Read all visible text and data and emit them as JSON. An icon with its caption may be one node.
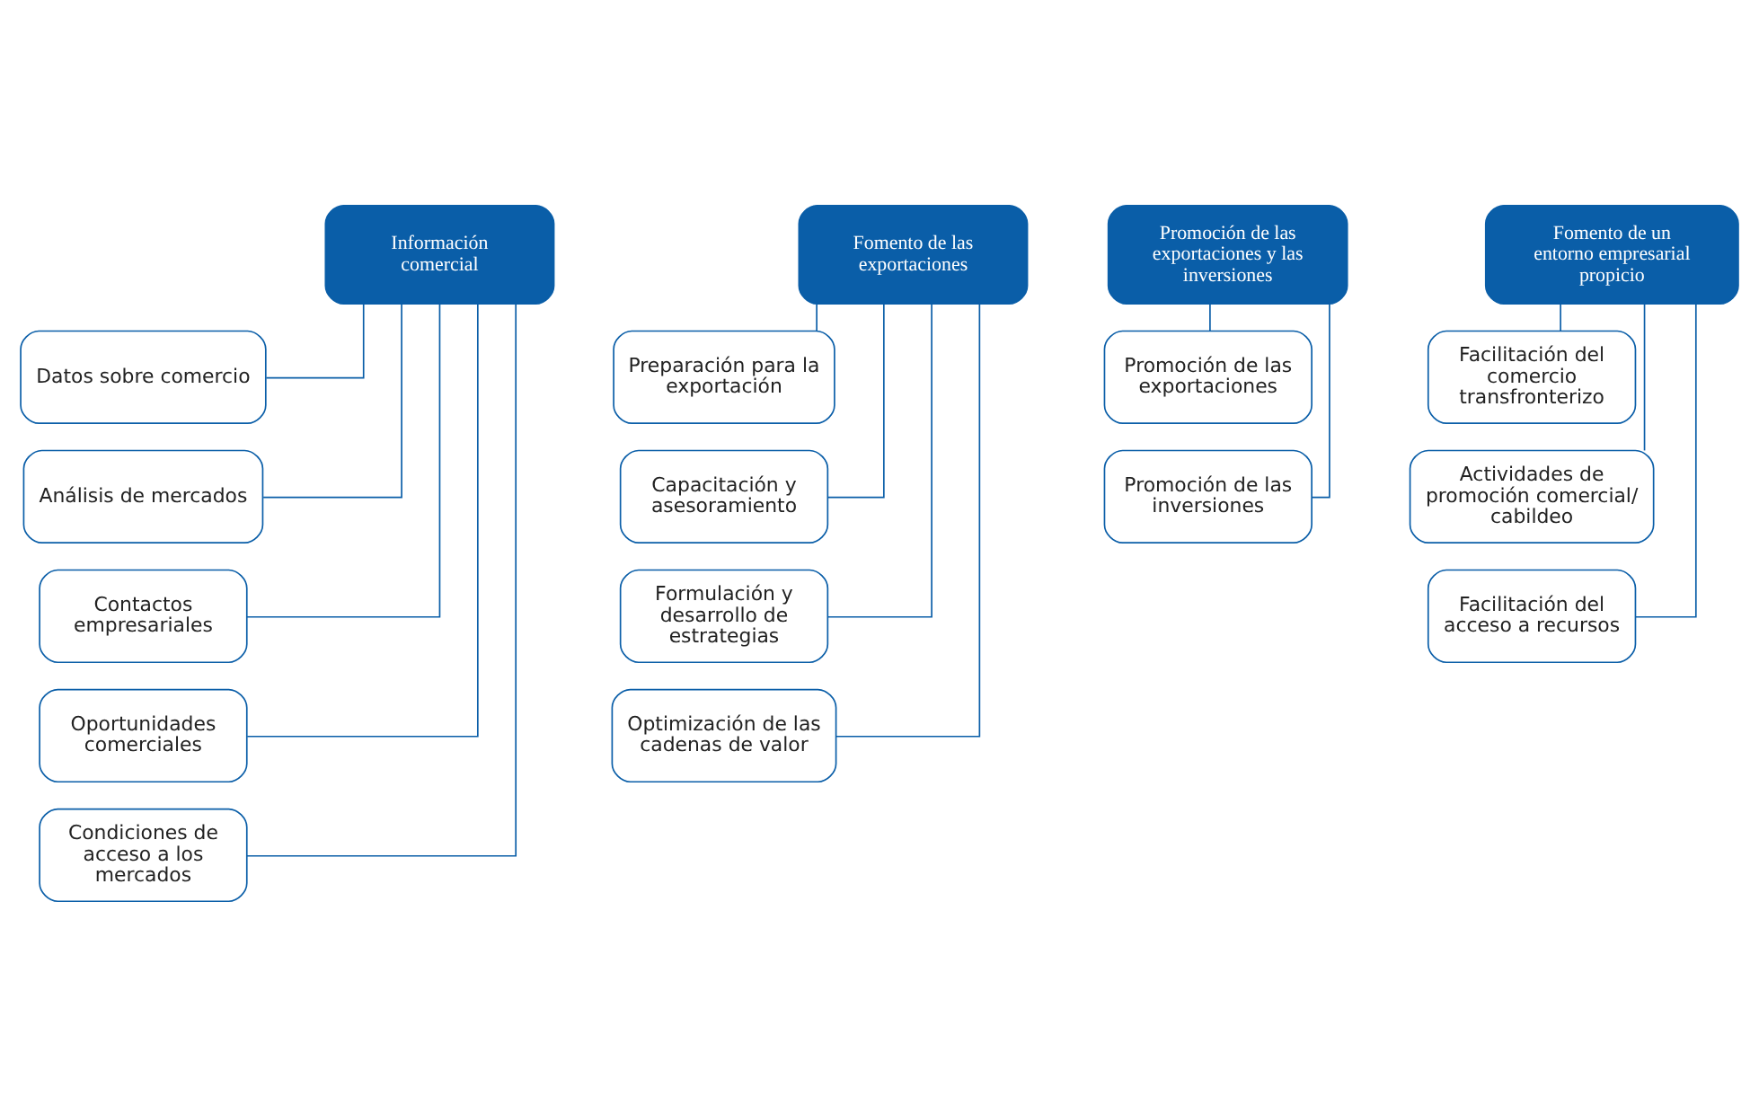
{
  "diagram": {
    "nodes": [
      {
        "text": [
          "Información comercial"
        ]
      },
      {
        "text": [
          "Datos sobre comercio"
        ]
      },
      {
        "text": [
          "Análisis de mercados"
        ]
      },
      {
        "text": [
          "Contactos empresariales"
        ]
      },
      {
        "text": [
          "Oportunidades comerciales"
        ]
      },
      {
        "text": [
          "Condiciones de acceso a los mercados"
        ]
      },
      {
        "text": [
          "Fomento de las exportaciones"
        ]
      },
      {
        "text": [
          "Preparación para la exportación"
        ]
      },
      {
        "text": [
          "Capacitación y asesoramiento"
        ]
      },
      {
        "text": [
          "Formulación y desarrollo de estrategias"
        ]
      },
      {
        "text": [
          "Optimización de las cadenas de valor"
        ]
      },
      {
        "text": [
          "Promoción de las exportaciones y las inversiones"
        ]
      },
      {
        "text": [
          "Promoción de las exportaciones"
        ]
      },
      {
        "text": [
          "Promoción de las inversiones"
        ]
      },
      {
        "text": [
          "Fomento de un entorno empresarial propicio"
        ]
      },
      {
        "text": [
          "Facilitación del comercio transfronterizo"
        ]
      },
      {
        "text": [
          "Actividades de promoción comercial/ cabildeo"
        ]
      },
      {
        "text": [
          "Facilitación del acceso a recursos"
        ]
      }
    ],
    "edges": [
      {
        "from": 0,
        "to": 1,
        "arrow": "none"
      },
      {
        "from": 0,
        "to": 2,
        "arrow": "none"
      },
      {
        "from": 0,
        "to": 3,
        "arrow": "none"
      },
      {
        "from": 0,
        "to": 4,
        "arrow": "none"
      },
      {
        "from": 0,
        "to": 5,
        "arrow": "none"
      },
      {
        "from": 6,
        "to": 7,
        "arrow": "none"
      },
      {
        "from": 6,
        "to": 8,
        "arrow": "none"
      },
      {
        "from": 6,
        "to": 9,
        "arrow": "none"
      },
      {
        "from": 6,
        "to": 10,
        "arrow": "none"
      },
      {
        "from": 11,
        "to": 12,
        "arrow": "none"
      },
      {
        "from": 11,
        "to": 13,
        "arrow": "none"
      },
      {
        "from": 14,
        "to": 15,
        "arrow": "none"
      },
      {
        "from": 14,
        "to": 16,
        "arrow": "none"
      },
      {
        "from": 14,
        "to": 17,
        "arrow": "none"
      }
    ]
  }
}
